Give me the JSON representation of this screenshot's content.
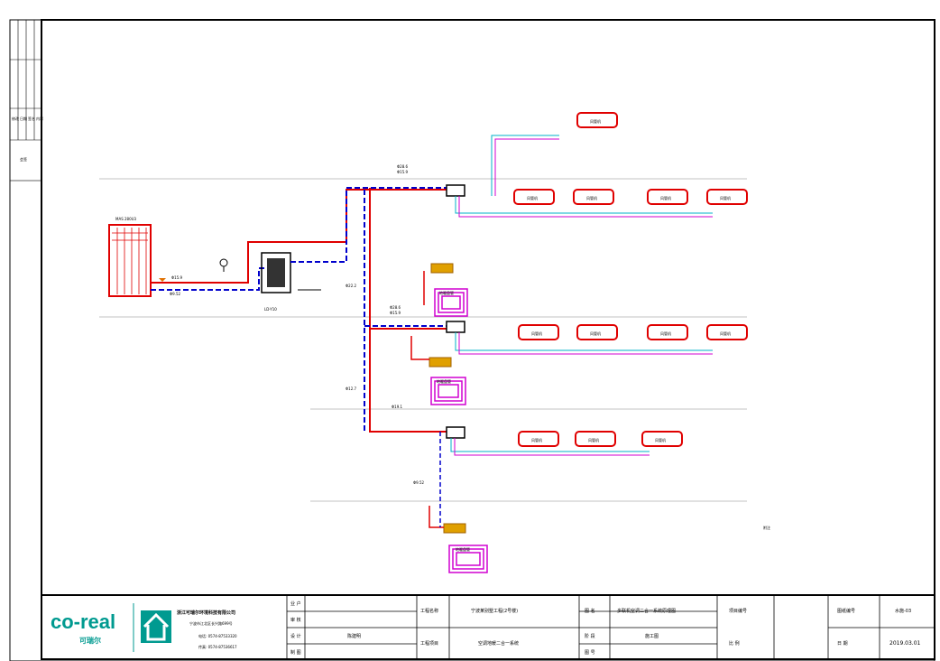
{
  "drawing": {
    "outdoor_unit_label": "MAS 280U3",
    "hydro_unit_code": "LD-Y10",
    "note": "附注",
    "pipe_labels": {
      "main_top_a": "Φ28.6",
      "main_top_b": "Φ15.9",
      "main_mid_a": "Φ28.6",
      "main_mid_b": "Φ15.9",
      "left_a": "Φ15.9",
      "left_b": "Φ9.52",
      "riser_a": "Φ22.2",
      "riser_b": "Φ12.7",
      "riser_c": "Φ19.1",
      "riser_d": "Φ9.52"
    },
    "indoor_units": [
      {
        "id": "top-1",
        "text": "风管机"
      },
      {
        "id": "row1-1",
        "text": "风管机"
      },
      {
        "id": "row1-2",
        "text": "风管机"
      },
      {
        "id": "row1-3",
        "text": "风管机"
      },
      {
        "id": "row1-4",
        "text": "风管机"
      },
      {
        "id": "row2-1",
        "text": "风管机"
      },
      {
        "id": "row2-2",
        "text": "风管机"
      },
      {
        "id": "row2-3",
        "text": "风管机"
      },
      {
        "id": "row2-4",
        "text": "风管机"
      },
      {
        "id": "row3-1",
        "text": "风管机"
      },
      {
        "id": "row3-2",
        "text": "风管机"
      },
      {
        "id": "row3-3",
        "text": "风管机"
      }
    ],
    "floor_heating": [
      {
        "id": "fh-1",
        "text": "地暖盘管"
      },
      {
        "id": "fh-2",
        "text": "地暖盘管"
      },
      {
        "id": "fh-3",
        "text": "地暖盘管"
      }
    ]
  },
  "title_block": {
    "company_logo_text": "co-real",
    "company_logo_sub": "可瑞尔",
    "company_name": "浙江可瑞尔环境科技有限公司",
    "company_address": "宁波市江北区长兴路699号",
    "company_tel": "电话: 0574-87533320",
    "company_fax": "传真: 0574-87536617",
    "labels": {
      "owner": "业 户",
      "design": "设 计",
      "drawn": "制 图",
      "check": "审 核",
      "project_name_label": "工程名称",
      "project_item_label": "工程项目",
      "drawing_name_label": "图 名",
      "stage_label": "阶 段",
      "drawing_no_label": "图 号",
      "scale_label": "项目编号",
      "ratio_label": "比 例",
      "sheet_label": "图纸编号",
      "date_label": "日 期"
    },
    "values": {
      "designer": "陈建明",
      "project_name": "宁波某别墅工程(2号楼)",
      "project_item": "空调地暖二合一系统",
      "drawing_name": "多联机空调二合一系统原理图",
      "stage": "施工图",
      "sheet_no": "水施-03",
      "date": "2019.03.01"
    }
  },
  "colors": {
    "liquid": "#e00000",
    "gas": "#0000cc",
    "branch_cyan": "#00b0c8",
    "branch_magenta": "#d000d0",
    "unit_outline": "#e00000",
    "frame": "#000000"
  }
}
